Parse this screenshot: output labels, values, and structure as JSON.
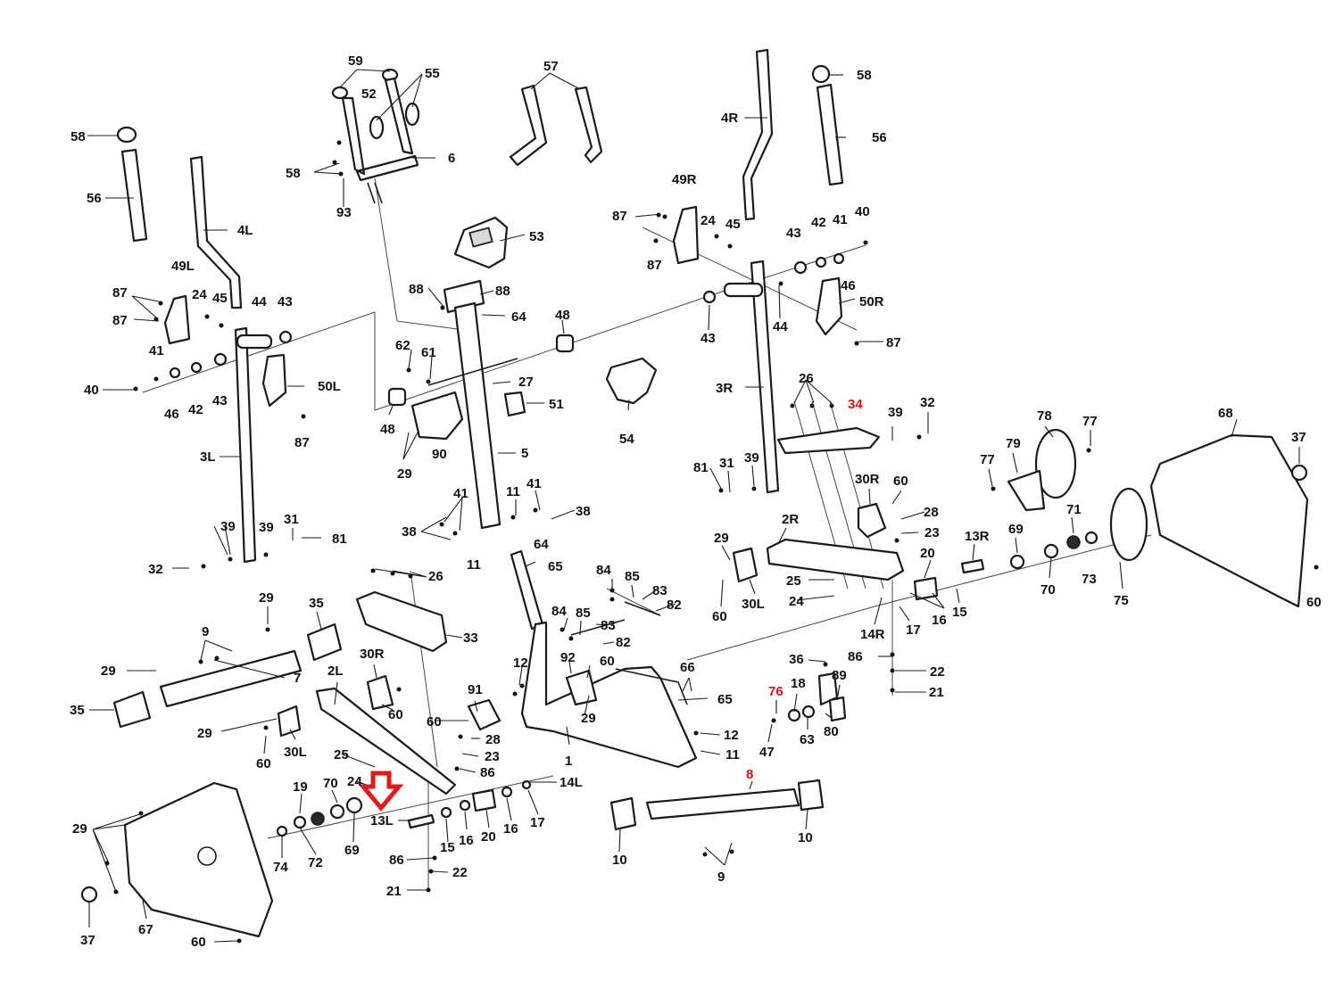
{
  "highlight": {
    "target": "13L",
    "color": "#e3191c"
  },
  "labels": {
    "l59": "59",
    "l55": "55",
    "l57": "57",
    "l52": "52",
    "l58a": "58",
    "l58b": "58",
    "l58c": "58",
    "l56a": "56",
    "l56b": "56",
    "l6": "6",
    "l4R": "4R",
    "l93": "93",
    "l4L": "4L",
    "l49R": "49R",
    "l87a": "87",
    "l87b": "87",
    "l87c": "87",
    "l87d": "87",
    "l87e": "87",
    "l87f": "87",
    "l24a": "24",
    "l45a": "45",
    "l43a": "43",
    "l42a": "42",
    "l41a": "41",
    "l40a": "40",
    "l53": "53",
    "l46a": "46",
    "l50R": "50R",
    "l49L": "49L",
    "l88a": "88",
    "l88b": "88",
    "l24b": "24",
    "l45b": "45",
    "l44a": "44",
    "l43b": "43",
    "l64a": "64",
    "l48a": "48",
    "l43c": "43",
    "l44b": "44",
    "l41b": "41",
    "l62": "62",
    "l61": "61",
    "l27": "27",
    "l40b": "40",
    "l46b": "46",
    "l42b": "42",
    "l43d": "43",
    "l50L": "50L",
    "l3R": "3R",
    "l26a": "26",
    "l51": "51",
    "l54": "54",
    "l34": "34",
    "l39a": "39",
    "l32a": "32",
    "l48b": "48",
    "l90": "90",
    "l29a": "29",
    "l3L": "3L",
    "l5": "5",
    "l78": "78",
    "l77a": "77",
    "l68": "68",
    "l77b": "77",
    "l79": "79",
    "l37a": "37",
    "l81a": "81",
    "l31a": "31",
    "l39b": "39",
    "l30Ra": "30R",
    "l60a": "60",
    "l41c": "41",
    "l11a": "11",
    "l41d": "41",
    "l28a": "28",
    "l38a": "38",
    "l2R": "2R",
    "l23a": "23",
    "l71": "71",
    "l38b": "38",
    "l39c": "39",
    "l39d": "39",
    "l31b": "31",
    "l81b": "81",
    "l13R": "13R",
    "l69a": "69",
    "l32b": "32",
    "l11b": "11",
    "l64b": "64",
    "l29b": "29",
    "l20a": "20",
    "l65a": "65",
    "l84a": "84",
    "l85a": "85",
    "l26b": "26",
    "l25a": "25",
    "l73": "73",
    "l83a": "83",
    "l70a": "70",
    "l75": "75",
    "l60b": "60",
    "l60c": "60",
    "l30La": "30L",
    "l24c": "24",
    "l16a": "16",
    "l15a": "15",
    "l29c": "29",
    "l35a": "35",
    "l82a": "82",
    "l14R": "14R",
    "l17a": "17",
    "l84b": "84",
    "l85b": "85",
    "l33": "33",
    "l83b": "83",
    "l9a": "9",
    "l82b": "82",
    "l86a": "86",
    "l22a": "22",
    "l92": "92",
    "l60d": "60",
    "l29d": "29",
    "l12a": "12",
    "l30Rb": "30R",
    "l66": "66",
    "l36": "36",
    "l7": "7",
    "l2L": "2L",
    "l65b": "65",
    "l21a": "21",
    "l89": "89",
    "l35b": "35",
    "l91": "91",
    "l76": "76",
    "l18": "18",
    "l60e": "60",
    "l29e": "29",
    "l29f": "29",
    "l30Lb": "30L",
    "l28b": "28",
    "l12b": "12",
    "l63": "63",
    "l80": "80",
    "l60f": "60",
    "l1": "1",
    "l11c": "11",
    "l47": "47",
    "l23b": "23",
    "l86b": "86",
    "l25b": "25",
    "l24d": "24",
    "l19": "19",
    "l70b": "70",
    "l14L": "14L",
    "l8": "8",
    "l13L": "13L",
    "l16b": "16",
    "l20b": "20",
    "l16c": "16",
    "l17b": "17",
    "l29g": "29",
    "l10a": "10",
    "l10b": "10",
    "l15b": "15",
    "l74": "74",
    "l72": "72",
    "l69b": "69",
    "l86c": "86",
    "l22b": "22",
    "l9b": "9",
    "l21b": "21",
    "l37b": "37",
    "l67": "67",
    "l60g": "60"
  }
}
